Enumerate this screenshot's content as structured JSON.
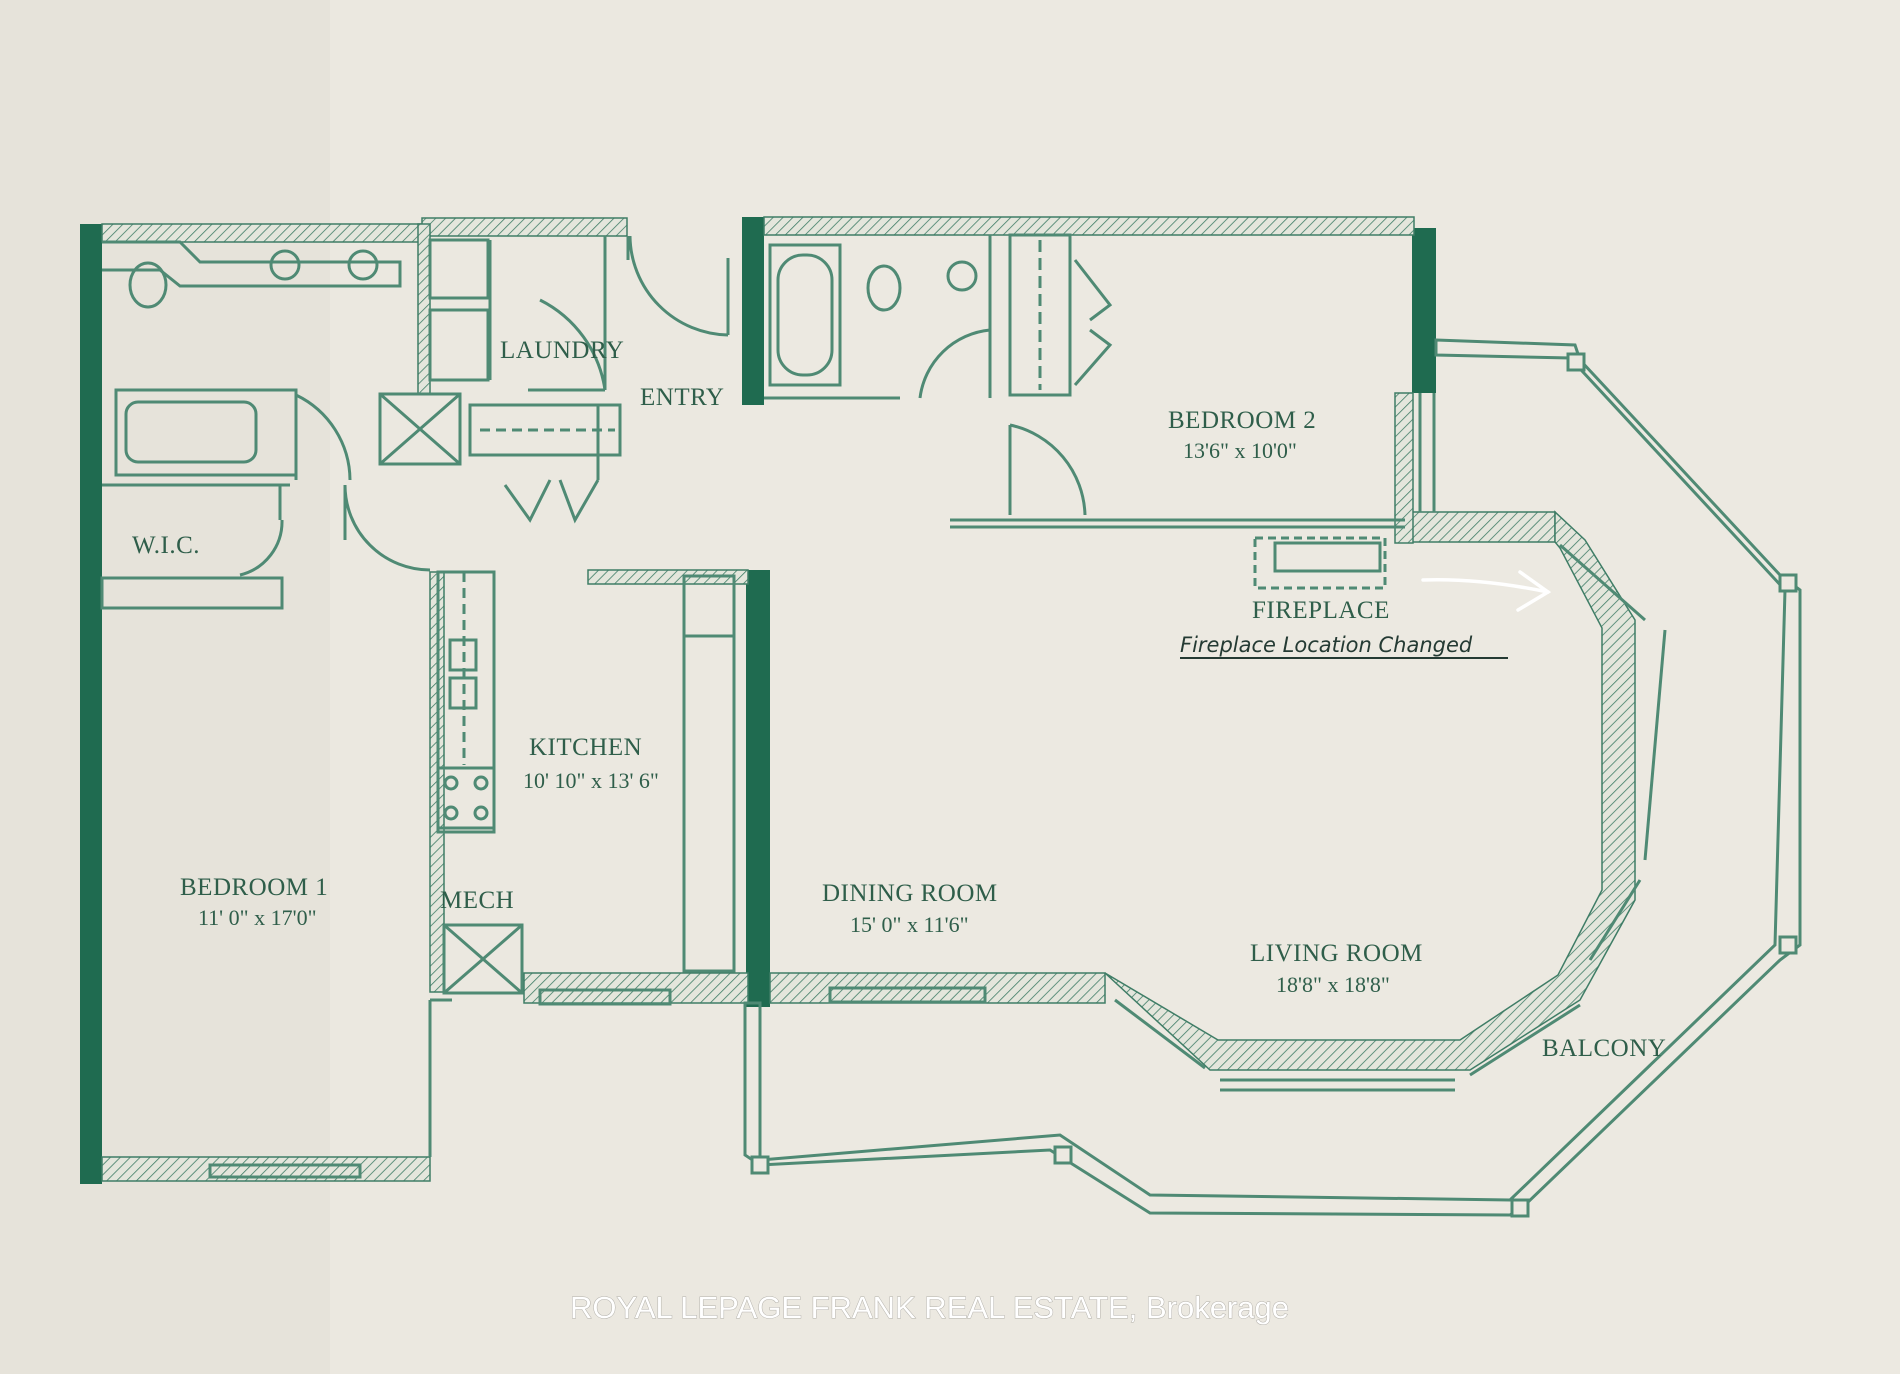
{
  "colors": {
    "paper": "#ece9e1",
    "wall": "#1f6b50",
    "line": "#4f8a74",
    "text": "#2f5e4a",
    "note_ink": "#243a33",
    "watermark": "#ffffff"
  },
  "rooms": {
    "laundry": {
      "label": "LAUNDRY"
    },
    "entry": {
      "label": "ENTRY"
    },
    "bedroom2": {
      "label": "BEDROOM 2",
      "dims": "13'6\" x 10'0\""
    },
    "wic": {
      "label": "W.I.C."
    },
    "fireplace": {
      "label": "FIREPLACE"
    },
    "kitchen": {
      "label": "KITCHEN",
      "dims": "10' 10\" x 13' 6\""
    },
    "bedroom1": {
      "label": "BEDROOM 1",
      "dims": "11' 0\" x 17'0\""
    },
    "mech": {
      "label": "MECH"
    },
    "dining": {
      "label": "DINING ROOM",
      "dims": "15' 0\" x 11'6\""
    },
    "living": {
      "label": "LIVING ROOM",
      "dims": "18'8\" x 18'8\""
    },
    "balcony": {
      "label": "BALCONY"
    }
  },
  "annotation": {
    "text": "Fireplace Location Changed",
    "icon": "arrow-right-icon"
  },
  "watermark": {
    "text": "ROYAL LEPAGE FRANK REAL ESTATE, Brokerage"
  }
}
